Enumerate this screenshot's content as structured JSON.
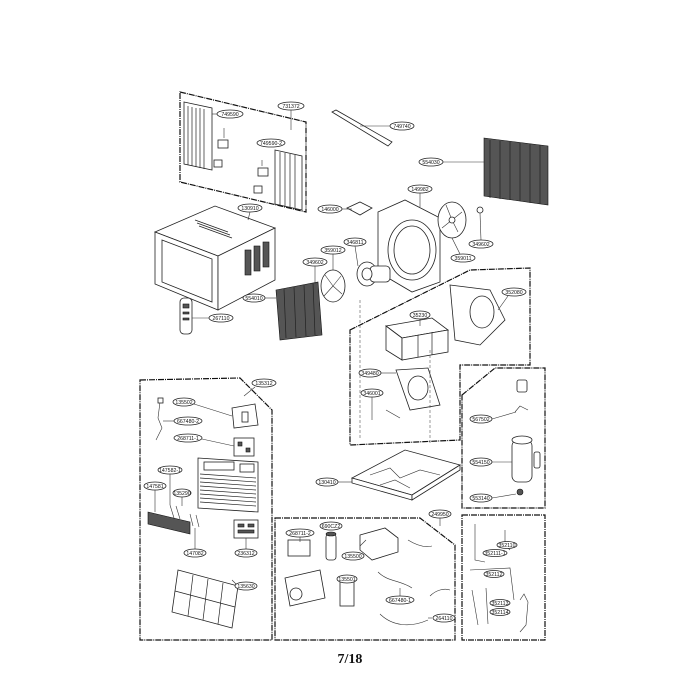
{
  "document": {
    "type": "exploded parts diagram",
    "page_number": "7/18"
  },
  "labels": {
    "l749590": "749590",
    "l731372": "731372",
    "l749740": "749740",
    "l749590b": "749590-2",
    "l554030": "554030",
    "l149982": "149982",
    "l146000": "146000",
    "l130910": "130910",
    "l346811": "346811",
    "l359012": "359012",
    "l349602a": "349602",
    "l349602b": "349602",
    "l359011": "359011",
    "l554010": "554010",
    "l267110": "267110",
    "l352080": "352080",
    "l352300": "35230",
    "l349480": "349480",
    "l346001": "346001",
    "l135312": "135312",
    "l135502": "135502",
    "l667480b": "667480-2",
    "l268711a": "268711-1",
    "l147582": "147582-1",
    "l147581": "147581",
    "l135290": "135290",
    "l147082": "147082",
    "l236312": "236312",
    "l135630": "135630",
    "l130410": "130410",
    "l249950": "249950",
    "l268711b": "268711-2",
    "l690cz": "690CZ2",
    "l135500": "135500",
    "l135501": "135501",
    "l667480a": "667480-1",
    "l264110": "264110",
    "l567502": "567502",
    "l554150": "554150",
    "l553140": "553140",
    "l352110": "352110",
    "l352111": "352111-1",
    "l352112": "352112",
    "l352113": "352113",
    "l352114": "352114"
  }
}
